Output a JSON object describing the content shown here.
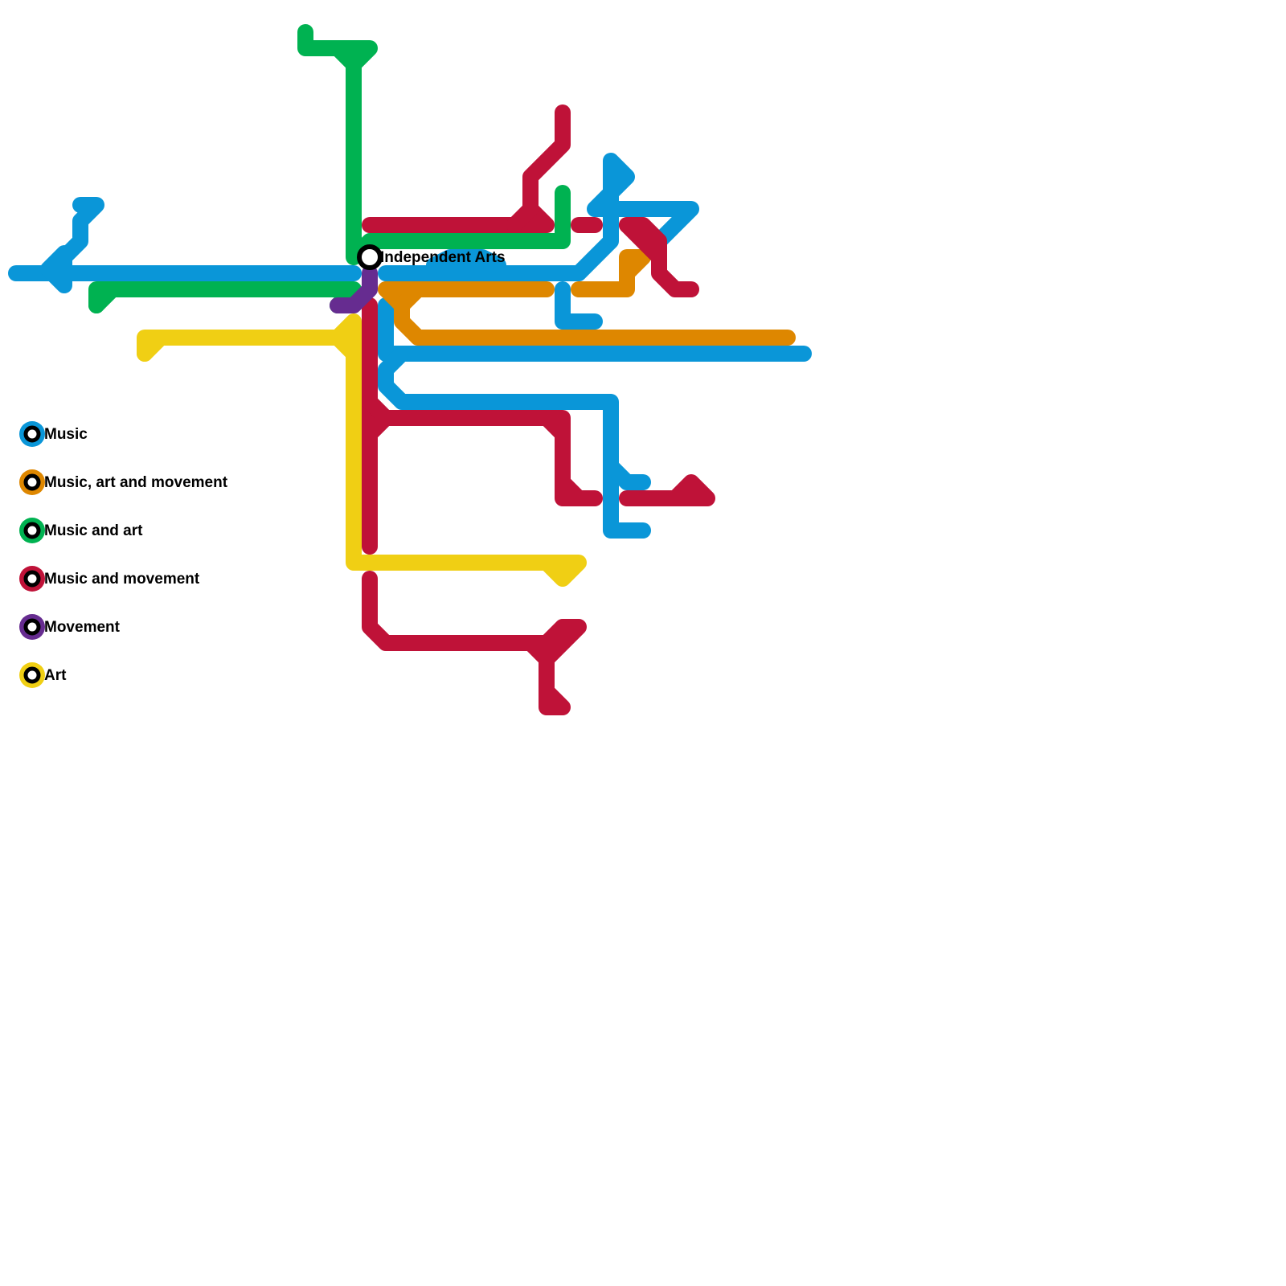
{
  "station": {
    "name": "Independent Arts"
  },
  "legend": [
    {
      "label": "Music",
      "color": "#0a96d8"
    },
    {
      "label": "Music, art and movement",
      "color": "#de8700"
    },
    {
      "label": "Music and art",
      "color": "#00b251"
    },
    {
      "label": "Music and movement",
      "color": "#bf1238"
    },
    {
      "label": "Movement",
      "color": "#662c90"
    },
    {
      "label": "Art",
      "color": "#f0cf14"
    }
  ]
}
